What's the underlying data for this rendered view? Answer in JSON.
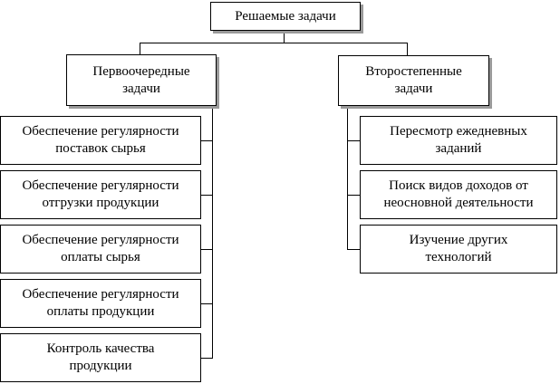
{
  "diagram": {
    "root": "Решаемые задачи",
    "primary": {
      "title": "Первоочередные\nзадачи",
      "items": [
        "Обеспечение регулярности\nпоставок сырья",
        "Обеспечение регулярности\nотгрузки продукции",
        "Обеспечение регулярности\nоплаты сырья",
        "Обеспечение регулярности\nоплаты продукции",
        "Контроль качества\nпродукции"
      ]
    },
    "secondary": {
      "title": "Второстепенные\nзадачи",
      "items": [
        "Пересмотр ежедневных\nзаданий",
        "Поиск видов доходов от\nнеосновной деятельности",
        "Изучение других\nтехнологий"
      ]
    }
  }
}
